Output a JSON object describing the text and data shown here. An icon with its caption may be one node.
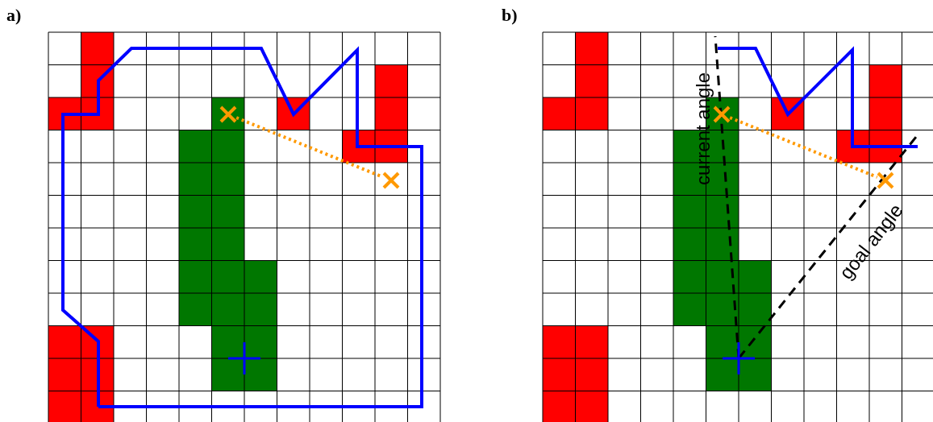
{
  "diagram": {
    "nodes": [
      {
        "text": [],
        "shape": "cross"
      },
      {
        "text": [],
        "shape": "cross"
      },
      {
        "text": [],
        "shape": "cross"
      },
      {
        "text": [],
        "shape": "cross"
      }
    ],
    "edges": [
      {
        "from": 0,
        "to": 1,
        "arrow": "none",
        "style": "dashed",
        "color": "#ff9900"
      },
      {
        "from": 2,
        "to": 3,
        "arrow": "none",
        "style": "dashed",
        "color": "#ff9900"
      }
    ],
    "labels": [
      "a)",
      "b)",
      "current angle",
      "goal angle"
    ]
  }
}
